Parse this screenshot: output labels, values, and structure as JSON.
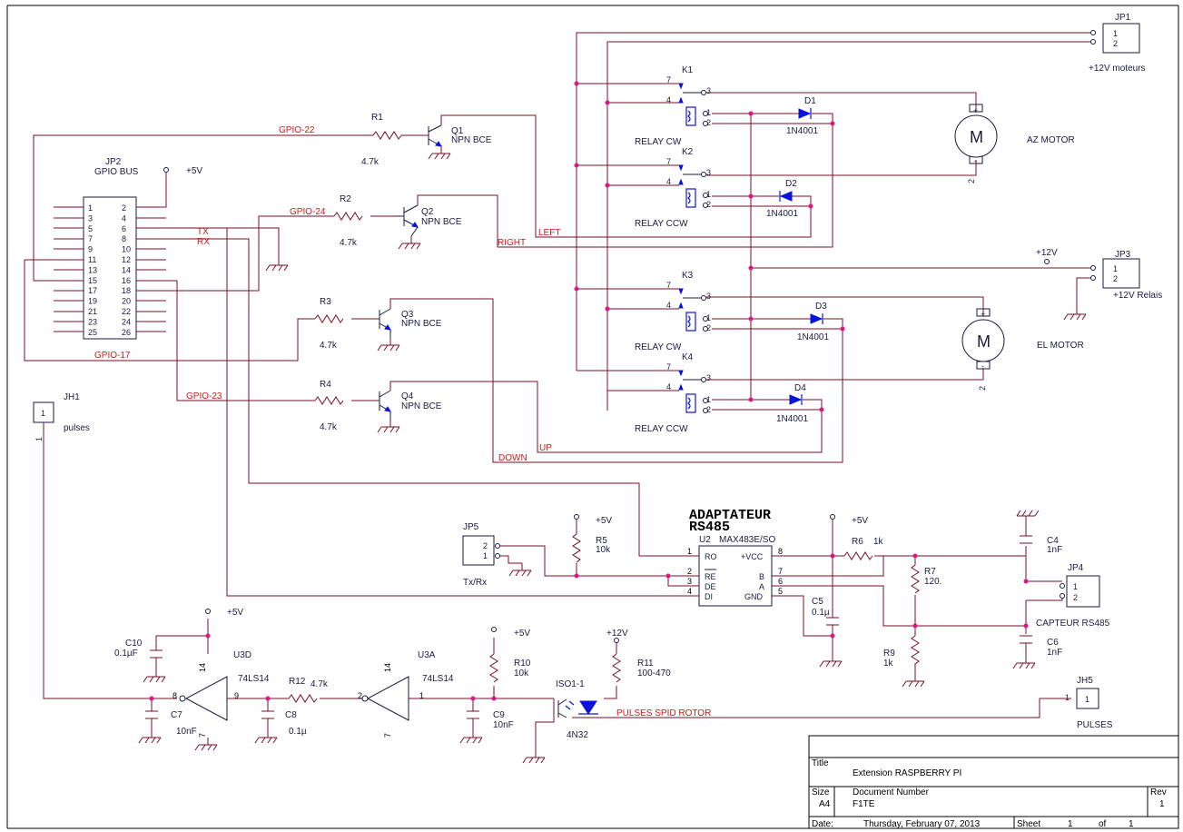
{
  "jp1": {
    "ref": "JP1",
    "pins": [
      "1",
      "2"
    ],
    "label": "+12V moteurs"
  },
  "jp3": {
    "ref": "JP3",
    "pins": [
      "1",
      "2"
    ],
    "label": "+12V Relais",
    "rail": "+12V"
  },
  "jp2": {
    "ref": "JP2",
    "title": "GPIO BUS",
    "supply": "+5V",
    "left_pins": [
      "1",
      "3",
      "5",
      "7",
      "9",
      "11",
      "13",
      "15",
      "17",
      "19",
      "21",
      "23",
      "25"
    ],
    "right_pins": [
      "2",
      "4",
      "6",
      "8",
      "10",
      "12",
      "14",
      "16",
      "18",
      "20",
      "22",
      "24",
      "26"
    ]
  },
  "nets": {
    "gpio22": "GPIO-22",
    "gpio24": "GPIO-24",
    "gpio17": "GPIO-17",
    "gpio23": "GPIO-23",
    "tx": "TX",
    "rx": "RX",
    "right": "RIGHT",
    "left": "LEFT",
    "up": "UP",
    "down": "DOWN",
    "pulses_spid": "PULSES SPID ROTOR"
  },
  "resistors": {
    "r1": {
      "ref": "R1",
      "value": "4.7k"
    },
    "r2": {
      "ref": "R2",
      "value": "4.7k"
    },
    "r3": {
      "ref": "R3",
      "value": "4.7k"
    },
    "r4": {
      "ref": "R4",
      "value": "4.7k"
    },
    "r5": {
      "ref": "R5",
      "value": "10k"
    },
    "r6": {
      "ref": "R6",
      "value": "1k"
    },
    "r7": {
      "ref": "R7",
      "value": "120."
    },
    "r9": {
      "ref": "R9",
      "value": "1k"
    },
    "r10": {
      "ref": "R10",
      "value": "10k"
    },
    "r11": {
      "ref": "R11",
      "value": "100-470"
    },
    "r12": {
      "ref": "R12",
      "value": "4.7k"
    }
  },
  "transistors": {
    "q1": {
      "ref": "Q1",
      "type": "NPN BCE"
    },
    "q2": {
      "ref": "Q2",
      "type": "NPN BCE"
    },
    "q3": {
      "ref": "Q3",
      "type": "NPN BCE"
    },
    "q4": {
      "ref": "Q4",
      "type": "NPN BCE"
    }
  },
  "relays": {
    "k1": {
      "ref": "K1",
      "label": "RELAY CW"
    },
    "k2": {
      "ref": "K2",
      "label": "RELAY CCW"
    },
    "k3": {
      "ref": "K3",
      "label": "RELAY CW"
    },
    "k4": {
      "ref": "K4",
      "label": "RELAY CCW"
    },
    "pins": {
      "p7": "7",
      "p4": "4",
      "p3": "3",
      "p1": "1",
      "p2": "2"
    }
  },
  "diodes": {
    "d1": {
      "ref": "D1",
      "part": "1N4001"
    },
    "d2": {
      "ref": "D2",
      "part": "1N4001"
    },
    "d3": {
      "ref": "D3",
      "part": "1N4001"
    },
    "d4": {
      "ref": "D4",
      "part": "1N4001"
    }
  },
  "motors": {
    "az": {
      "label": "AZ MOTOR",
      "symbol": "M",
      "plus": "+",
      "minus": "-",
      "pin": "2"
    },
    "el": {
      "label": "EL MOTOR",
      "symbol": "M",
      "plus": "+",
      "minus": "-",
      "pin": "2"
    }
  },
  "jh1": {
    "ref": "JH1",
    "pin": "1",
    "label": "pulses",
    "pin_out": "1"
  },
  "jh5": {
    "ref": "JH5",
    "pin": "1",
    "label": "PULSES",
    "pin_out": "1"
  },
  "jp5": {
    "ref": "JP5",
    "pins": [
      "2",
      "1"
    ],
    "label": "Tx/Rx"
  },
  "jp4": {
    "ref": "JP4",
    "pins": [
      "1",
      "2"
    ],
    "label": "CAPTEUR RS485"
  },
  "supply": {
    "p5v": "+5V",
    "p12v": "+12V"
  },
  "u2": {
    "title_line1": "ADAPTATEUR",
    "title_line2": "RS485",
    "ref": "U2",
    "part": "MAX483E/SO",
    "pins_left": [
      {
        "num": "1",
        "name": "RO"
      },
      {
        "num": "2",
        "name": "RE"
      },
      {
        "num": "3",
        "name": "DE"
      },
      {
        "num": "4",
        "name": "DI"
      }
    ],
    "pins_right": [
      {
        "num": "8",
        "name": "+VCC"
      },
      {
        "num": "7",
        "name": "B"
      },
      {
        "num": "6",
        "name": "A"
      },
      {
        "num": "5",
        "name": "GND"
      }
    ]
  },
  "caps": {
    "c4": {
      "ref": "C4",
      "value": "1nF"
    },
    "c5": {
      "ref": "C5",
      "value": "0.1µ"
    },
    "c6": {
      "ref": "C6",
      "value": "1nF"
    },
    "c7": {
      "ref": "C7",
      "value": "10nF"
    },
    "c8": {
      "ref": "C8",
      "value": "0.1µ"
    },
    "c9": {
      "ref": "C9",
      "value": "10nF"
    },
    "c10": {
      "ref": "C10",
      "value": "0.1µF"
    }
  },
  "u3d": {
    "ref": "U3D",
    "part": "74LS14",
    "pin_in": "8",
    "pin_out": "9",
    "pin_vcc": "14",
    "pin_gnd": "7"
  },
  "u3a": {
    "ref": "U3A",
    "part": "74LS14",
    "pin_in": "2",
    "pin_out": "1",
    "pin_vcc": "14",
    "pin_gnd": "7"
  },
  "iso": {
    "ref": "ISO1-1",
    "part": "4N32"
  },
  "title_block": {
    "title_label": "Title",
    "title": "Extension RASPBERRY PI",
    "size_label": "Size",
    "size": "A4",
    "docnum_label": "Document Number",
    "docnum": "F1TE",
    "rev_label": "Rev",
    "rev": "1",
    "date_label": "Date:",
    "date": "Thursday, February 07, 2013",
    "sheet_label": "Sheet",
    "sheet": "1",
    "of_label": "of",
    "sheets": "1"
  }
}
